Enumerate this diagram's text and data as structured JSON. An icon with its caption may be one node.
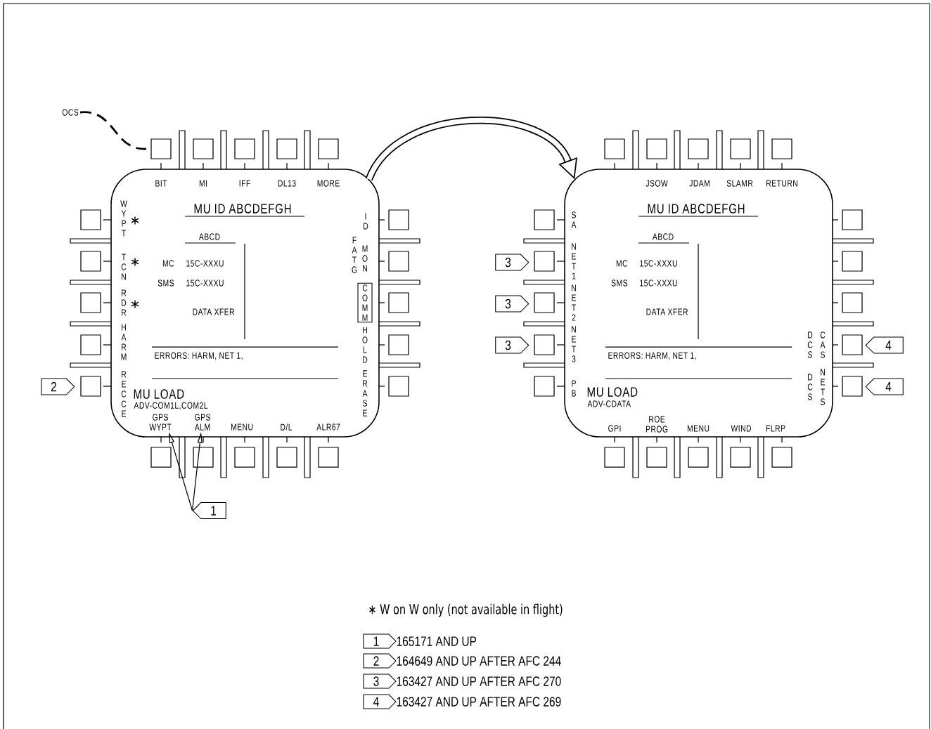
{
  "diagram": {
    "nodes": [
      {
        "text": [
          "OCS"
        ]
      },
      {
        "text": [],
        "shape": "box"
      },
      {
        "text": [
          "GPS WYPT"
        ],
        "in": 1
      },
      {
        "text": [
          "GPS ALM"
        ],
        "in": 1
      },
      {
        "text": [
          "2"
        ]
      },
      {
        "text": [
          "1"
        ]
      },
      {
        "text": [],
        "shape": "box"
      },
      {
        "text": [
          "3"
        ]
      },
      {
        "text": [
          "3"
        ]
      },
      {
        "text": [
          "3"
        ]
      },
      {
        "text": [
          "4"
        ]
      },
      {
        "text": [
          "4"
        ]
      },
      {
        "text": [
          "1"
        ],
        "beside": [
          "165171 AND UP"
        ]
      },
      {
        "text": [
          "2"
        ],
        "beside": [
          "164649 AND UP AFTER AFC 244"
        ]
      },
      {
        "text": [
          "3"
        ],
        "beside": [
          "163427 AND UP AFTER AFC 270"
        ]
      },
      {
        "text": [
          "4"
        ],
        "beside": [
          "163427 AND UP AFTER AFC 269"
        ]
      }
    ],
    "edges": [
      {
        "from": 0,
        "to": null,
        "arrow": "none",
        "style": "dashed"
      },
      {
        "from": 1,
        "to": 6,
        "arrow": "to",
        "style": "thick"
      },
      {
        "from": 5,
        "to": 2,
        "arrow": "to"
      },
      {
        "from": 5,
        "to": 3,
        "arrow": "to"
      }
    ],
    "labels": [
      "BIT",
      "MI",
      "IFF",
      "DL13",
      "MORE",
      "WYPT",
      "∗",
      "MU ID ABCDEFGH",
      "ID",
      "ABCD",
      "TCN",
      "∗",
      "FATG",
      "MON",
      "MC",
      "15C-XXXU",
      "SMS",
      "15C-XXXU",
      "RDR",
      "∗",
      "COMM",
      "DATA XFER",
      "HARM",
      "HOLD",
      "ERRORS: HARM, NET 1,",
      "RECCE",
      "ERASE",
      "MU LOAD",
      "ADV-COM1L,COM2L",
      "MENU",
      "D/L",
      "ALR67",
      "JSOW",
      "JDAM",
      "SLAMR",
      "RETURN",
      "SA",
      "MU ID ABCDEFGH",
      "ABCD",
      "NET1",
      "MC",
      "15C-XXXU",
      "SMS",
      "15C-XXXU",
      "NET2",
      "DATA XFER",
      "NET3",
      "DCS",
      "CAS",
      "ERRORS: HARM, NET 1,",
      "DCS",
      "NETS",
      "PB",
      "MU LOAD",
      "ADV-CDATA",
      "GPI",
      "ROE PROG",
      "MENU",
      "WIND",
      "FLRP",
      "∗ W on W only (not available in flight)"
    ]
  }
}
